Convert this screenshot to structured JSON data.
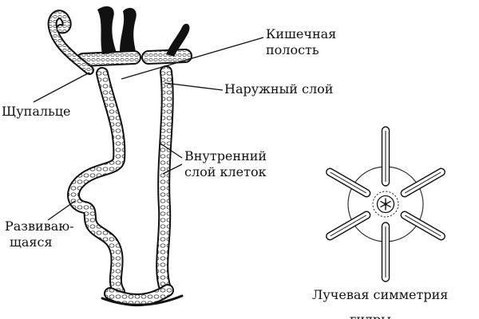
{
  "labels": {
    "tentacle": "Щупальце",
    "gut_cavity_line1": "Кишечная",
    "gut_cavity_line2": "полость",
    "outer_layer": "Наружный слой",
    "inner_layer_line1": "Внутренний",
    "inner_layer_line2": "слой клеток",
    "bud_line1": "Развиваю-",
    "bud_line2": "щаяся",
    "radial_symmetry": "Лучевая симметрия",
    "radial_symmetry_sub": "гидры"
  },
  "colors": {
    "ink": "#111111",
    "background": "#ffffff"
  }
}
